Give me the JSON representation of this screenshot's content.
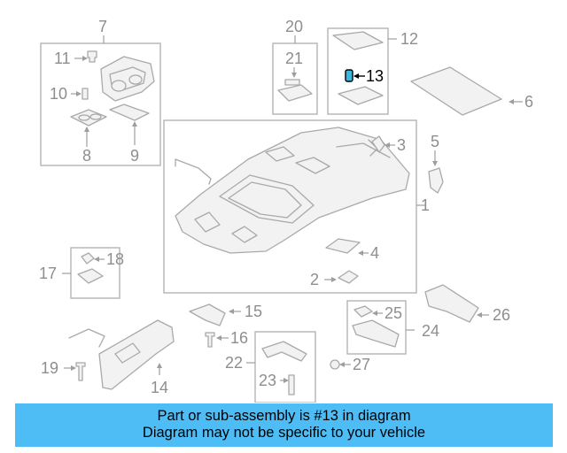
{
  "diagram": {
    "highlight_part": "13",
    "highlight_color": "#3fb6dc",
    "callouts": {
      "c1": "1",
      "c2": "2",
      "c3": "3",
      "c4": "4",
      "c5": "5",
      "c6": "6",
      "c7": "7",
      "c8": "8",
      "c9": "9",
      "c10": "10",
      "c11": "11",
      "c12": "12",
      "c13": "13",
      "c14": "14",
      "c15": "15",
      "c16": "16",
      "c17": "17",
      "c18": "18",
      "c19": "19",
      "c20": "20",
      "c21": "21",
      "c22": "22",
      "c23": "23",
      "c24": "24",
      "c25": "25",
      "c26": "26",
      "c27": "27"
    }
  },
  "banner": {
    "line1": "Part or sub-assembly is #13 in diagram",
    "line2": "Diagram may not be specific to your vehicle",
    "color": "#4fbdf5"
  }
}
